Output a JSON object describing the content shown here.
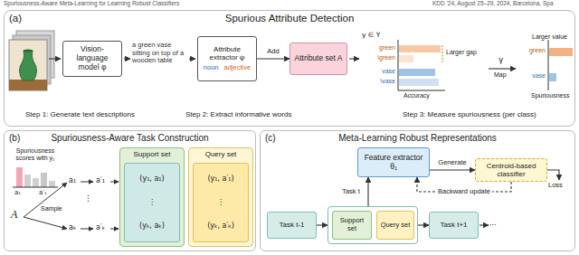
{
  "diagram": {
    "nodes": [
      {
        "text": [
          "(a)",
          "Spurious Attribute Detection"
        ]
      },
      {
        "text": [
          "Vision-language model φ"
        ],
        "in": 0
      },
      {
        "text": [
          "Attribute extractor ψ",
          "noun",
          "adjective"
        ],
        "in": 0
      },
      {
        "text": [
          "Attribute set A"
        ],
        "in": 0
      },
      {
        "text": [
          "(b)",
          "Spuriousness-Aware Task Construction"
        ]
      },
      {
        "text": [
          "Support set"
        ],
        "in": 4
      },
      {
        "text": [
          "(y₁, a₁)",
          "⋮",
          "(yₖ, aₖ)"
        ],
        "in": 5
      },
      {
        "text": [
          "Query set"
        ],
        "in": 4
      },
      {
        "text": [
          "(y₁, a′₁)",
          "⋮",
          "(yₖ, a′ₖ)"
        ],
        "in": 7
      },
      {
        "text": [
          "(c)",
          "Meta-Learning Robust Representations"
        ]
      },
      {
        "text": [
          "Feature extractor θ₁"
        ],
        "in": 9
      },
      {
        "text": [
          "Centroid-based classifier"
        ],
        "in": 9
      },
      {
        "text": [
          "Task t-1"
        ],
        "in": 9
      },
      {
        "text": [],
        "in": 9
      },
      {
        "text": [
          "Support set"
        ],
        "in": 13
      },
      {
        "text": [
          "Query set"
        ],
        "in": 13
      },
      {
        "text": [
          "Task t+1"
        ],
        "in": 9
      }
    ],
    "edges": [
      {
        "from": 2,
        "to": 3,
        "arrow": "to",
        "label": "Add"
      },
      {
        "from": 10,
        "to": 11,
        "arrow": "to",
        "label": "Generate"
      },
      {
        "from": 11,
        "to": 10,
        "arrow": "to",
        "label": "Backward update"
      },
      {
        "from": 13,
        "to": 10,
        "arrow": "to",
        "label": "Task t"
      },
      {
        "from": 12,
        "to": 13,
        "arrow": "to"
      },
      {
        "from": 13,
        "to": 16,
        "arrow": "to"
      }
    ],
    "labels": [
      "Spuriousness-Aware Meta-Learning for Learning Robust Classifiers",
      "KDD '24, August 25–29, 2024, Barcelona, Spa",
      "a green vase sitting on top of a wooden table",
      "y ∈ Y",
      "green",
      "\\green",
      "vase",
      "\\vase",
      "Accuracy",
      "Larger gap",
      "γ",
      "Map",
      "Larger value",
      "green",
      "vase",
      "Spuriousness",
      "Step 1: Generate text descriptions",
      "Step 2: Extract informative words",
      "Step 3: Measure spuriousness (per class)",
      "Spuriousness scores with y₁",
      "a₁",
      "a′₁",
      "A",
      "Sample",
      "a₁",
      "a′₁",
      "⋮",
      "aₖ",
      "a′ₖ",
      "Loss",
      "..."
    ]
  }
}
